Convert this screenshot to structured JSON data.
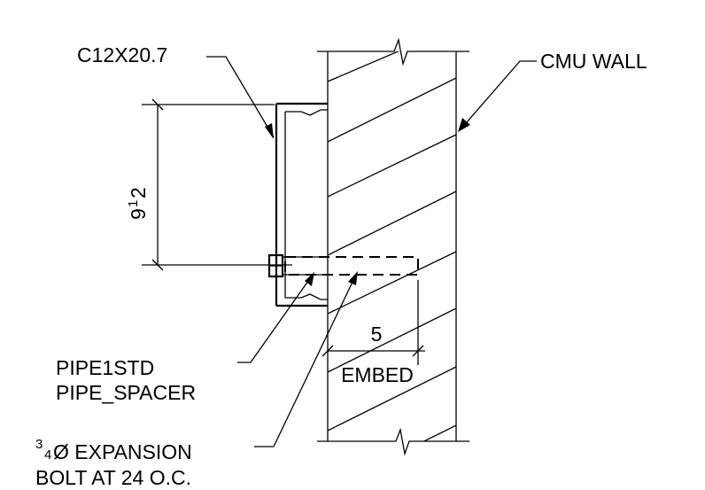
{
  "labels": {
    "channel": "C12X20.7",
    "wall": "CMU WALL",
    "dimension_vertical": {
      "whole": "9",
      "sup": "1",
      "sub": "2"
    },
    "dimension_embed_value": "5",
    "dimension_embed_text": "EMBED",
    "pipe_line1": "PIPE1STD",
    "pipe_line2": "PIPE_SPACER",
    "bolt_line1": {
      "sup": "3",
      "sub": "4",
      "text": "Ø EXPANSION"
    },
    "bolt_line2": "BOLT AT 24 O.C."
  },
  "colors": {
    "line": "#000000",
    "background": "#ffffff"
  }
}
